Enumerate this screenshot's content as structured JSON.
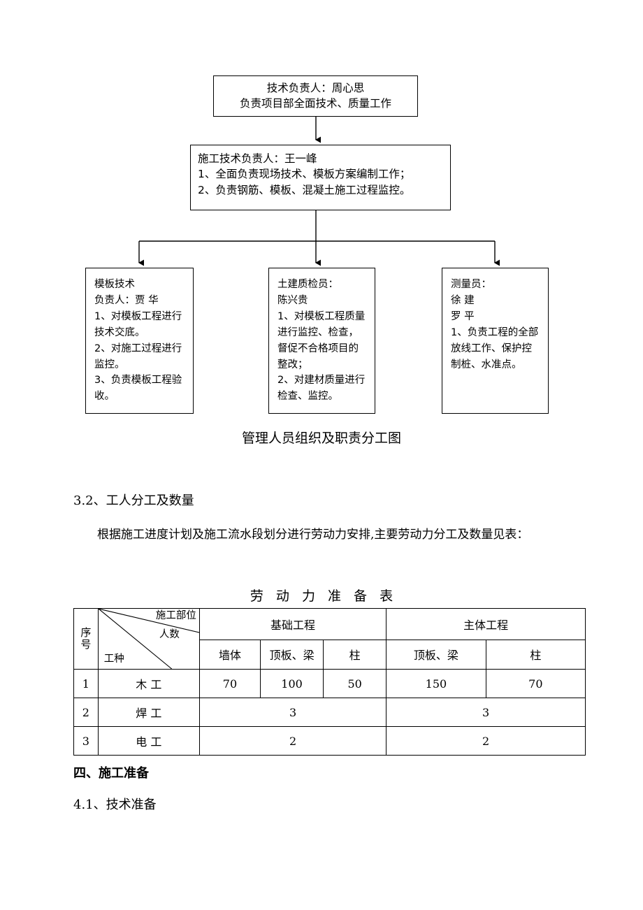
{
  "flowchart": {
    "caption": "管理人员组织及职责分工图",
    "nodes": {
      "top": {
        "name": "technical-director",
        "lines": [
          "技术负责人：周心思",
          "负责项目部全面技术、质量工作"
        ]
      },
      "second": {
        "name": "construction-technical-director",
        "lines": [
          "施工技术负责人：王一峰",
          "1、全面负责现场技术、模板方案编制工作；",
          "2、负责钢筋、模板、混凝土施工过程监控。"
        ]
      },
      "leaf1": {
        "name": "formwork-technology",
        "lines": [
          "模板技术",
          "负责人：贾 华",
          "1、对模板工程进行",
          "技术交底。",
          "2、对施工过程进行",
          "监控。",
          "3、负责模板工程验",
          "收。"
        ]
      },
      "leaf2": {
        "name": "civil-quality-inspector",
        "lines": [
          "土建质检员：",
          "陈兴贵",
          "1、对模板工程质量",
          "进行监控、检查，",
          "督促不合格项目的",
          "整改；",
          "2、对建材质量进行",
          "检查、监控。"
        ]
      },
      "leaf3": {
        "name": "surveyor",
        "lines": [
          "测量员：",
          "徐 建",
          "罗 平",
          "1、负责工程的全部",
          "放线工作、保护控",
          "制桩、水准点。"
        ]
      }
    }
  },
  "sections": {
    "heading_3_2": "3.2、工人分工及数量",
    "paragraph_1": "根据施工进度计划及施工流水段划分进行劳动力安排,主要劳动力分工及数量见表：",
    "heading_4": "四、施工准备",
    "heading_4_1": "4.1、技术准备"
  },
  "table": {
    "title": "劳 动 力 准 备 表",
    "corner": {
      "site": "施工部位",
      "count": "人数",
      "type": "工种"
    },
    "seq_header": {
      "line1": "序",
      "line2": "号"
    },
    "group_headers": [
      "基础工程",
      "主体工程"
    ],
    "sub_headers": [
      "墙体",
      "顶板、梁",
      "柱",
      "顶板、梁",
      "柱"
    ],
    "rows": [
      {
        "seq": "1",
        "trade": "木  工",
        "merged": false,
        "values": [
          "70",
          "100",
          "50",
          "150",
          "70"
        ]
      },
      {
        "seq": "2",
        "trade": "焊  工",
        "merged": true,
        "values": [
          "3",
          "3"
        ]
      },
      {
        "seq": "3",
        "trade": "电  工",
        "merged": true,
        "values": [
          "2",
          "2"
        ]
      }
    ]
  }
}
